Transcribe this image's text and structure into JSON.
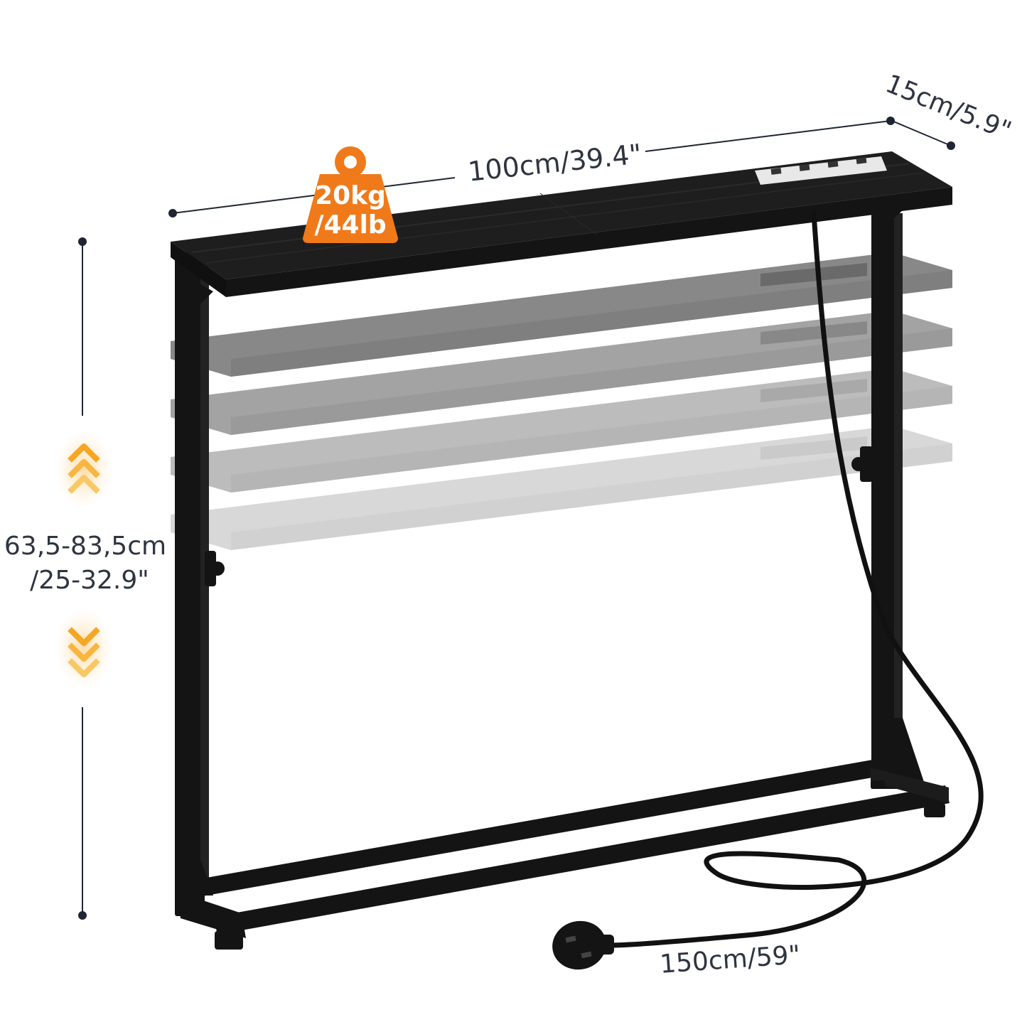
{
  "dimensions": {
    "width_label": "100cm/39.4\"",
    "depth_label": "15cm/5.9\"",
    "height_line1": "63,5-83,5cm",
    "height_line2": "/25-32.9\"",
    "cable_label": "150cm/59\""
  },
  "load_badge": {
    "line1": "20kg",
    "line2": "/44lb"
  },
  "colors": {
    "frame": "#141414",
    "tabletop": "#1c1c1c",
    "badge": "#f07a1a",
    "arrow": "#f5a623",
    "dimension_line": "#1f2533"
  },
  "icons": {
    "up_arrows": "double-chevron-up-icon",
    "down_arrows": "double-chevron-down-icon",
    "plug": "uk-plug-icon",
    "weight": "weight-icon"
  }
}
